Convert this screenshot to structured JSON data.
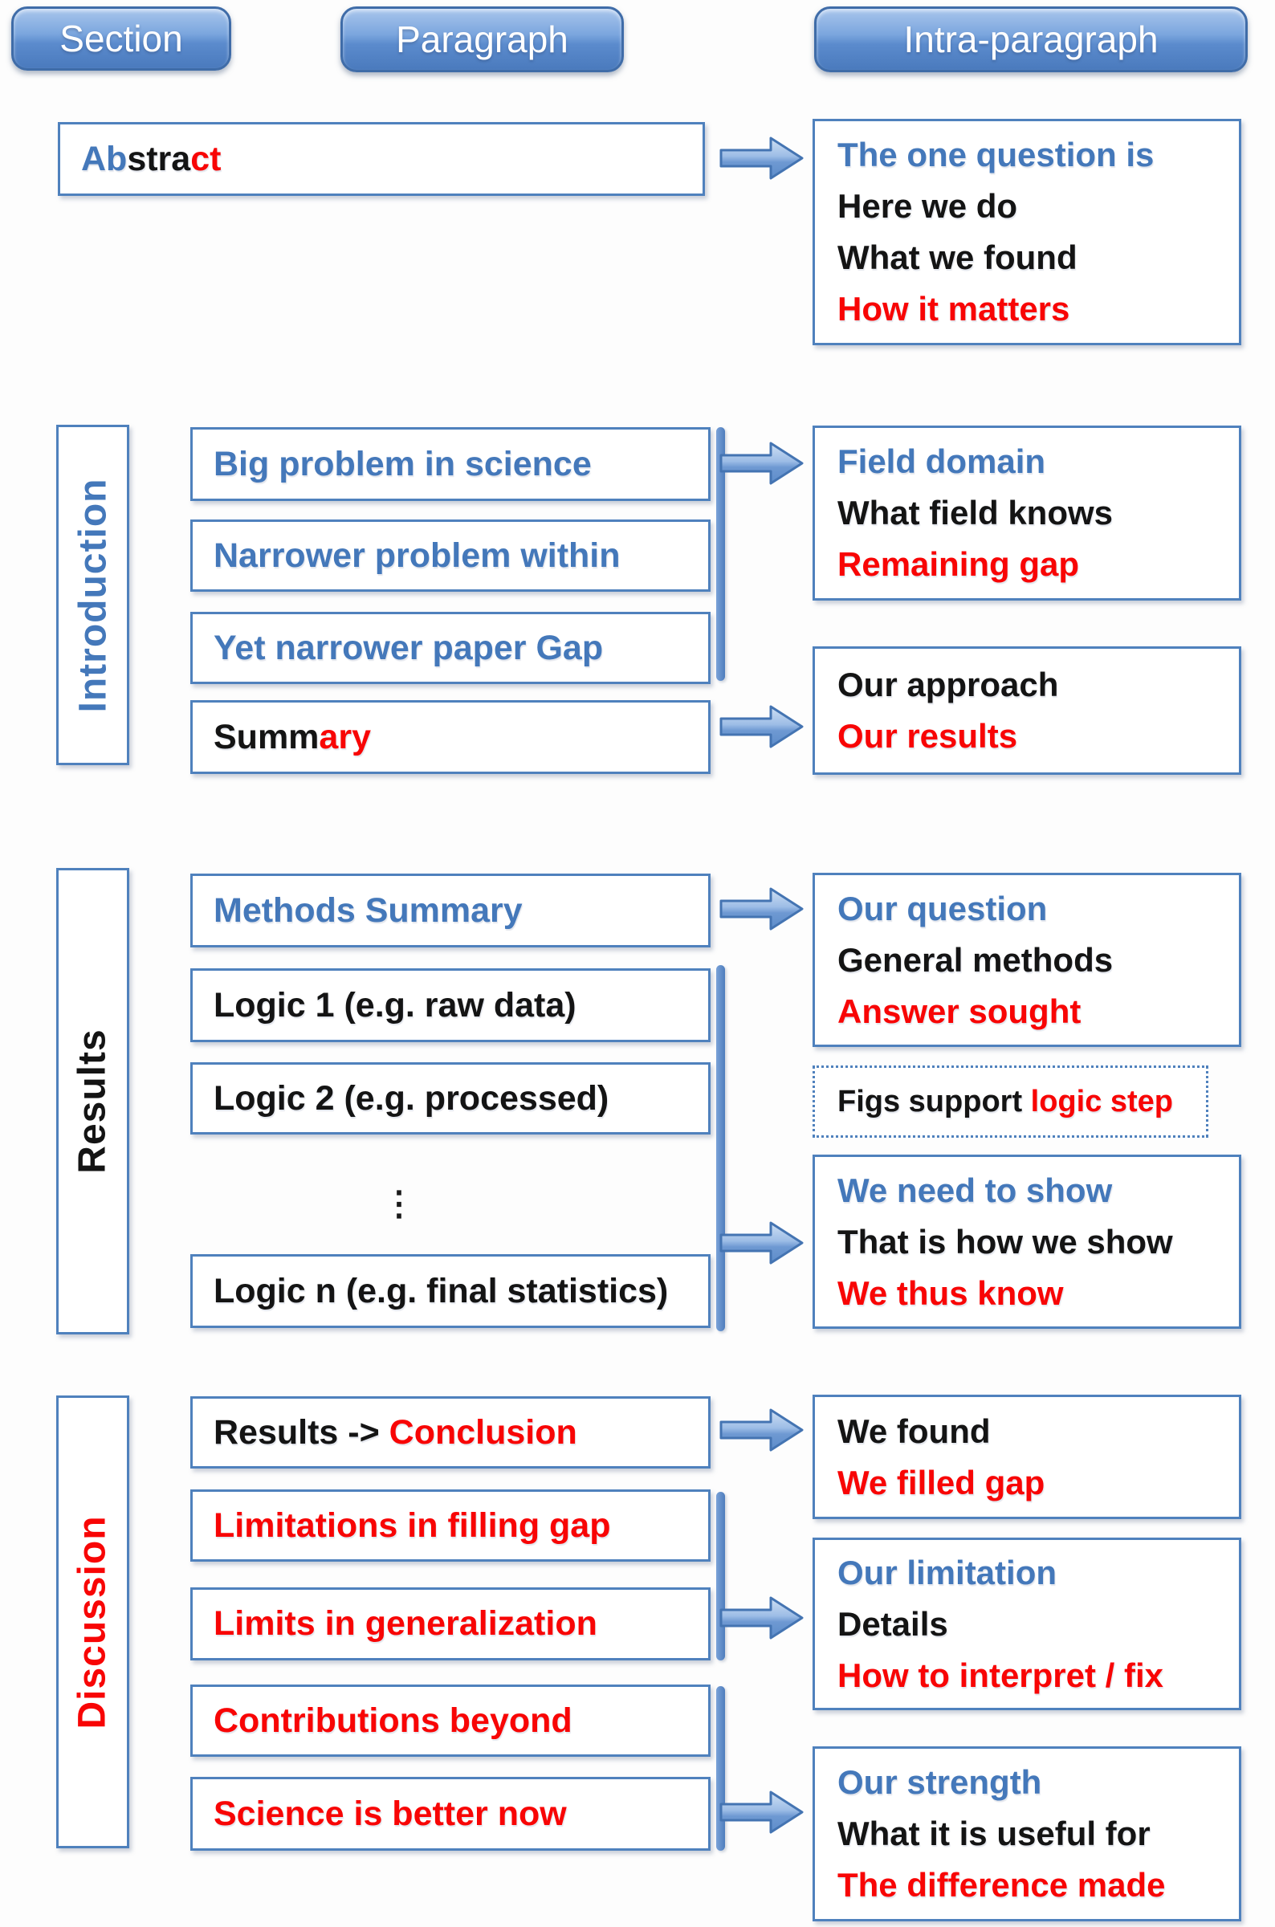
{
  "palette": {
    "blue": "#4478ba",
    "black": "#141414",
    "red": "#f80505",
    "border": "#4f81bd",
    "bar": "#4e7dbd",
    "btn_top": "#a9c6ec",
    "btn_bottom": "#4a7abd",
    "btn_border": "#3f6ca8",
    "arrow_top": "#cfe0f4",
    "arrow_bottom": "#5d8cca",
    "arrow_stroke": "#4474b2"
  },
  "icons": {
    "arrow": "arrow-right-icon",
    "ellipsis": "vertical-ellipsis-icon"
  },
  "header": {
    "buttons": [
      {
        "id": "section",
        "label": "Section"
      },
      {
        "id": "paragraph",
        "label": "Paragraph"
      },
      {
        "id": "intra-paragraph",
        "label": "Intra-paragraph"
      }
    ]
  },
  "section_labels": [
    {
      "id": "introduction",
      "segments": [
        {
          "text": "Introduction",
          "color": "blue"
        }
      ]
    },
    {
      "id": "results",
      "segments": [
        {
          "text": "Results",
          "color": "black"
        }
      ]
    },
    {
      "id": "discussion",
      "segments": [
        {
          "text": "Discussion",
          "color": "red"
        }
      ]
    }
  ],
  "paragraph_boxes": [
    {
      "id": "abstract",
      "segments": [
        {
          "text": "Ab",
          "color": "blue"
        },
        {
          "text": "stra",
          "color": "black"
        },
        {
          "text": "ct",
          "color": "red"
        }
      ]
    },
    {
      "id": "intro-big-problem",
      "segments": [
        {
          "text": "Big problem in science",
          "color": "blue"
        }
      ]
    },
    {
      "id": "intro-narrower",
      "segments": [
        {
          "text": "Narrower problem within",
          "color": "blue"
        }
      ]
    },
    {
      "id": "intro-yet-narrower",
      "segments": [
        {
          "text": "Yet narrower paper Gap",
          "color": "blue"
        }
      ]
    },
    {
      "id": "intro-summary",
      "segments": [
        {
          "text": "Summ",
          "color": "black"
        },
        {
          "text": "ary",
          "color": "red"
        }
      ]
    },
    {
      "id": "results-methods-summary",
      "segments": [
        {
          "text": "Methods Summary",
          "color": "blue"
        }
      ]
    },
    {
      "id": "results-logic-1",
      "segments": [
        {
          "text": "Logic 1 (e.g. raw data)",
          "color": "black"
        }
      ]
    },
    {
      "id": "results-logic-2",
      "segments": [
        {
          "text": "Logic 2 (e.g. processed)",
          "color": "black"
        }
      ]
    },
    {
      "id": "results-logic-n",
      "segments": [
        {
          "text": "Logic n (e.g. final statistics)",
          "color": "black"
        }
      ]
    },
    {
      "id": "discussion-results-conclusion",
      "segments": [
        {
          "text": "Results -> ",
          "color": "black"
        },
        {
          "text": "Conclusion",
          "color": "red"
        }
      ]
    },
    {
      "id": "discussion-limitations",
      "segments": [
        {
          "text": "Limitations in filling gap",
          "color": "red"
        }
      ]
    },
    {
      "id": "discussion-limits",
      "segments": [
        {
          "text": "Limits in generalization",
          "color": "red"
        }
      ]
    },
    {
      "id": "discussion-contributions",
      "segments": [
        {
          "text": "Contributions beyond",
          "color": "red"
        }
      ]
    },
    {
      "id": "discussion-science",
      "segments": [
        {
          "text": "Science is better now",
          "color": "red"
        }
      ]
    }
  ],
  "ellipsis": "⋮",
  "intra_boxes": [
    {
      "id": "abstract-intra",
      "style": "solid",
      "lines": [
        [
          {
            "text": "The one question is",
            "color": "blue"
          }
        ],
        [
          {
            "text": "Here we do",
            "color": "black"
          }
        ],
        [
          {
            "text": "What we found",
            "color": "black"
          }
        ],
        [
          {
            "text": "How it matters",
            "color": "red"
          }
        ]
      ]
    },
    {
      "id": "intro-field",
      "style": "solid",
      "lines": [
        [
          {
            "text": "Field domain",
            "color": "blue"
          }
        ],
        [
          {
            "text": "What field knows",
            "color": "black"
          }
        ],
        [
          {
            "text": "Remaining gap",
            "color": "red"
          }
        ]
      ]
    },
    {
      "id": "intro-approach",
      "style": "solid",
      "lines": [
        [
          {
            "text": "Our approach",
            "color": "black"
          }
        ],
        [
          {
            "text": "Our results",
            "color": "red"
          }
        ]
      ]
    },
    {
      "id": "results-question",
      "style": "solid",
      "lines": [
        [
          {
            "text": "Our question",
            "color": "blue"
          }
        ],
        [
          {
            "text": "General methods",
            "color": "black"
          }
        ],
        [
          {
            "text": "Answer sought",
            "color": "red"
          }
        ]
      ]
    },
    {
      "id": "results-figs",
      "style": "dotted",
      "lines": [
        [
          {
            "text": "Figs support ",
            "color": "black"
          },
          {
            "text": "logic step",
            "color": "red"
          }
        ]
      ]
    },
    {
      "id": "results-show",
      "style": "solid",
      "lines": [
        [
          {
            "text": "We need to show",
            "color": "blue"
          }
        ],
        [
          {
            "text": "That is how we show",
            "color": "black"
          }
        ],
        [
          {
            "text": "We thus know",
            "color": "red"
          }
        ]
      ]
    },
    {
      "id": "discussion-found",
      "style": "solid",
      "lines": [
        [
          {
            "text": "We found",
            "color": "black"
          }
        ],
        [
          {
            "text": "We filled gap",
            "color": "red"
          }
        ]
      ]
    },
    {
      "id": "discussion-limitation",
      "style": "solid",
      "lines": [
        [
          {
            "text": "Our limitation",
            "color": "blue"
          }
        ],
        [
          {
            "text": "Details",
            "color": "black"
          }
        ],
        [
          {
            "text": "How to interpret / fix",
            "color": "red"
          }
        ]
      ]
    },
    {
      "id": "discussion-strength",
      "style": "solid",
      "lines": [
        [
          {
            "text": "Our strength",
            "color": "blue"
          }
        ],
        [
          {
            "text": "What it is useful for",
            "color": "black"
          }
        ],
        [
          {
            "text": "The difference made",
            "color": "red"
          }
        ]
      ]
    }
  ]
}
